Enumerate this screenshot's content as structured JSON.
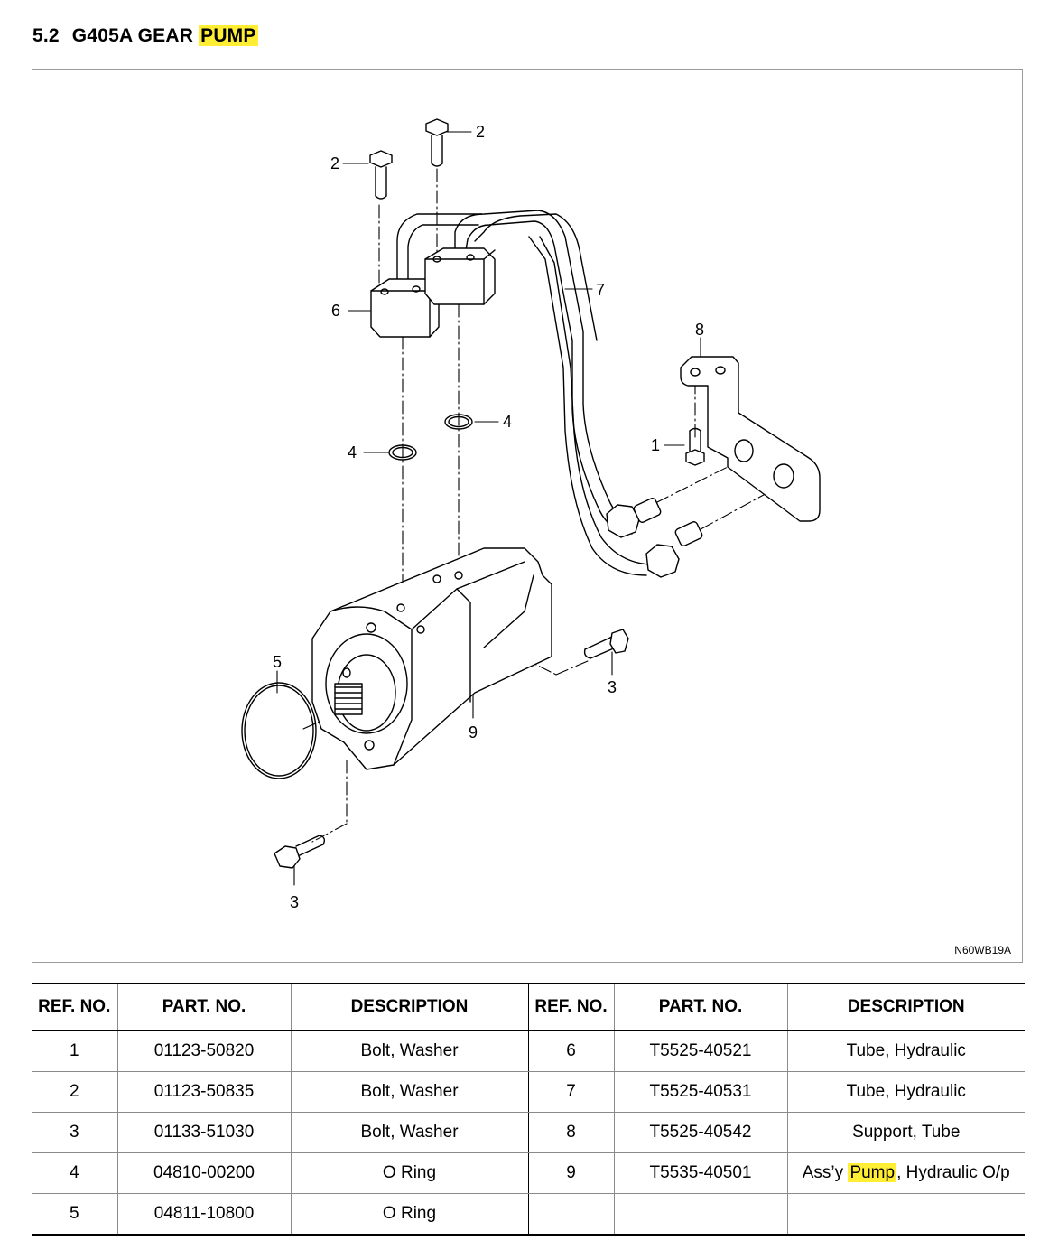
{
  "title": {
    "section": "5.2",
    "text": "G405A GEAR",
    "highlight": "PUMP"
  },
  "figure": {
    "code": "N60WB19A",
    "callouts": [
      "2",
      "2",
      "6",
      "7",
      "8",
      "4",
      "4",
      "1",
      "5",
      "3",
      "9",
      "3"
    ]
  },
  "table": {
    "headers": [
      "REF. NO.",
      "PART. NO.",
      "DESCRIPTION",
      "REF. NO.",
      "PART. NO.",
      "DESCRIPTION"
    ],
    "left": [
      {
        "ref": "1",
        "part": "01123-50820",
        "desc": "Bolt, Washer"
      },
      {
        "ref": "2",
        "part": "01123-50835",
        "desc": "Bolt, Washer"
      },
      {
        "ref": "3",
        "part": "01133-51030",
        "desc": "Bolt, Washer"
      },
      {
        "ref": "4",
        "part": "04810-00200",
        "desc": "O Ring"
      },
      {
        "ref": "5",
        "part": "04811-10800",
        "desc": "O Ring"
      }
    ],
    "right": [
      {
        "ref": "6",
        "part": "T5525-40521",
        "desc_pre": "Tube, Hydraulic",
        "desc_hl": "",
        "desc_post": ""
      },
      {
        "ref": "7",
        "part": "T5525-40531",
        "desc_pre": "Tube, Hydraulic",
        "desc_hl": "",
        "desc_post": ""
      },
      {
        "ref": "8",
        "part": "T5525-40542",
        "desc_pre": "Support, Tube",
        "desc_hl": "",
        "desc_post": ""
      },
      {
        "ref": "9",
        "part": "T5535-40501",
        "desc_pre": "Ass’y ",
        "desc_hl": "Pump",
        "desc_post": ", Hydraulic O/p"
      },
      {
        "ref": "",
        "part": "",
        "desc_pre": "",
        "desc_hl": "",
        "desc_post": ""
      }
    ],
    "colors": {
      "highlight": "#ffee33"
    }
  }
}
